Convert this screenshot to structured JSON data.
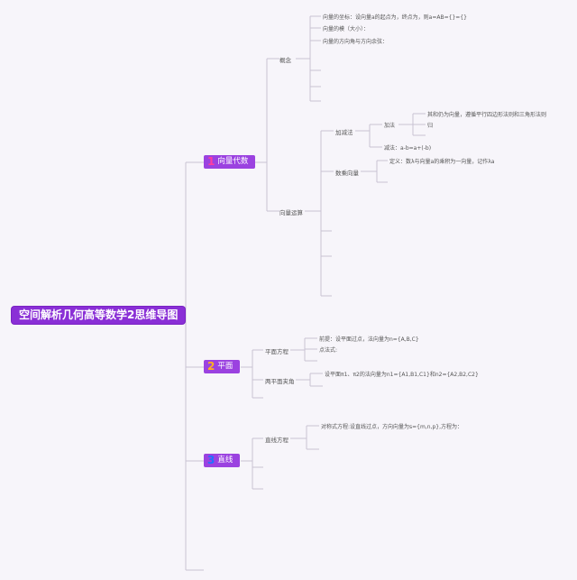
{
  "root": "空间解析几何高等数学2思维导图",
  "branches": [
    {
      "number": "1",
      "label": "向量代数",
      "subs": [
        {
          "label": "概念",
          "leaves": [
            "向量的坐标：设向量a的起点为，终点为，则a=AB={}={}",
            "向量的模（大小）：",
            "向量的方向角与方向余弦："
          ]
        },
        {
          "label": "向量运算",
          "groups": [
            {
              "label": "加减法",
              "children": [
                {
                  "label": "加法",
                  "leaves": [
                    "其和仍为向量，遵循平行四边形法则和三角形法则",
                    "归"
                  ]
                },
                {
                  "label": "减法：a-b=a+(-b)"
                }
              ]
            },
            {
              "label": "数乘向量",
              "leaves": [
                "定义：数λ与向量a的乘积为一向量，记作λa"
              ]
            }
          ]
        }
      ]
    },
    {
      "number": "2",
      "label": "平面",
      "subs": [
        {
          "label": "平面方程",
          "leaves": [
            "前提：设平面过点，法向量为n={A,B,C}",
            "点法式:"
          ]
        },
        {
          "label": "两平面夹角",
          "leaves": [
            "设平面π1、π2的法向量为n1={A1,B1,C1}和n2={A2,B2,C2}"
          ]
        }
      ]
    },
    {
      "number": "3",
      "label": "直线",
      "subs": [
        {
          "label": "直线方程",
          "leaves": [
            "对称式方程:设直线过点，方向向量为s={m,n,p},方程为："
          ]
        }
      ]
    }
  ]
}
